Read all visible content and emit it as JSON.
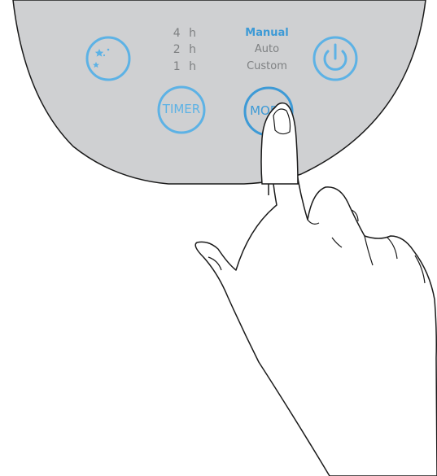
{
  "panel": {
    "timer_options": [
      "4 h",
      "2 h",
      "1 h"
    ],
    "mode_options": [
      {
        "label": "Manual",
        "active": true
      },
      {
        "label": "Auto",
        "active": false
      },
      {
        "label": "Custom",
        "active": false
      }
    ],
    "buttons": {
      "sleep": {
        "icon": "moon-stars-icon"
      },
      "timer": {
        "label": "TIMER"
      },
      "mode": {
        "label": "MODE"
      },
      "power": {
        "icon": "power-icon"
      }
    }
  },
  "colors": {
    "panel_fill": "#cfd0d2",
    "accent": "#5db2e5",
    "active_text": "#3d9ad6",
    "inactive_text": "#7e8082",
    "outline": "#1a1a1a"
  }
}
